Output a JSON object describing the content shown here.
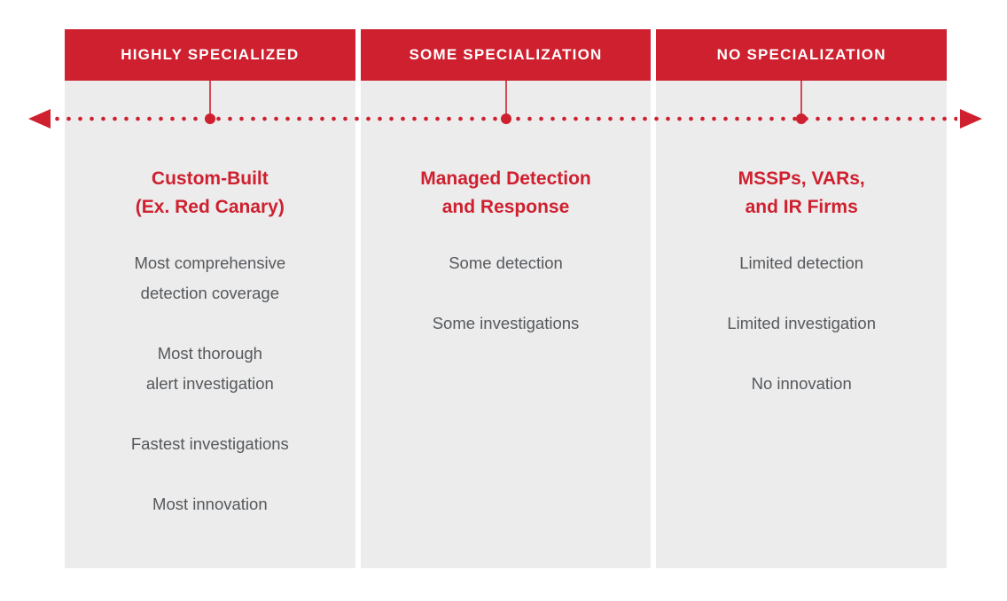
{
  "figure": {
    "colors": {
      "accent_red": "#CE202F",
      "panel_gray": "#ECECEC",
      "body_text": "#55585C",
      "header_text": "#FFFFFF"
    },
    "axis": {
      "left_arrow_icon": "arrow-left",
      "right_arrow_icon": "arrow-right",
      "style": "red dotted line with node dot under each column header"
    },
    "columns": [
      {
        "header": "HIGHLY SPECIALIZED",
        "title_lines": [
          "Custom-Built",
          "(Ex. Red Canary)"
        ],
        "features": [
          {
            "lines": [
              "Most comprehensive",
              "detection coverage"
            ]
          },
          {
            "lines": [
              "Most thorough",
              "alert investigation"
            ]
          },
          {
            "lines": [
              "Fastest investigations"
            ]
          },
          {
            "lines": [
              "Most innovation"
            ]
          }
        ]
      },
      {
        "header": "SOME SPECIALIZATION",
        "title_lines": [
          "Managed Detection",
          "and Response"
        ],
        "features": [
          {
            "lines": [
              "Some detection"
            ]
          },
          {
            "lines": [
              "Some investigations"
            ]
          }
        ]
      },
      {
        "header": "NO SPECIALIZATION",
        "title_lines": [
          "MSSPs, VARs,",
          "and IR Firms"
        ],
        "features": [
          {
            "lines": [
              "Limited detection"
            ]
          },
          {
            "lines": [
              "Limited investigation"
            ]
          },
          {
            "lines": [
              "No innovation"
            ]
          }
        ]
      }
    ]
  }
}
